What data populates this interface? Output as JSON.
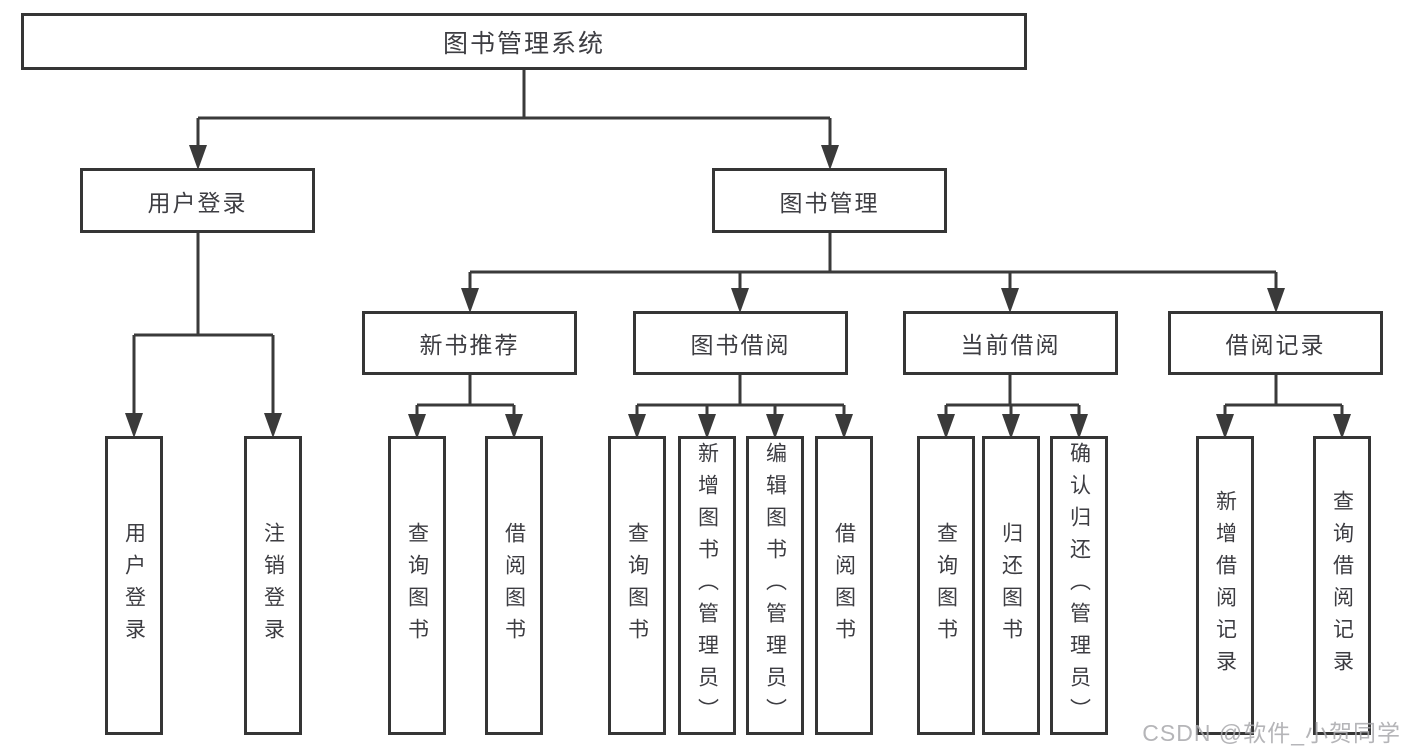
{
  "diagram": {
    "root_label": "图书管理系统",
    "level2": {
      "user_login": "用户登录",
      "book_management": "图书管理"
    },
    "level3": {
      "new_book_recommend": "新书推荐",
      "book_borrowing": "图书借阅",
      "current_borrowing": "当前借阅",
      "borrowing_records": "借阅记录"
    },
    "leaves": {
      "user_login": [
        "用户登录",
        "注销登录"
      ],
      "new_book_recommend": [
        "查询图书",
        "借阅图书"
      ],
      "book_borrowing": [
        "查询图书",
        "新增图书（管理员）",
        "编辑图书（管理员）",
        "借阅图书"
      ],
      "current_borrowing": [
        "查询图书",
        "归还图书",
        "确认归还（管理员）"
      ],
      "borrowing_records": [
        "新增借阅记录",
        "查询借阅记录"
      ]
    }
  },
  "watermark": "CSDN @软件_小贺同学",
  "colors": {
    "line": "#3a3a3a",
    "border": "#353535",
    "text": "#3d3d42",
    "watermark": "#a8a8ac",
    "background": "#ffffff"
  }
}
